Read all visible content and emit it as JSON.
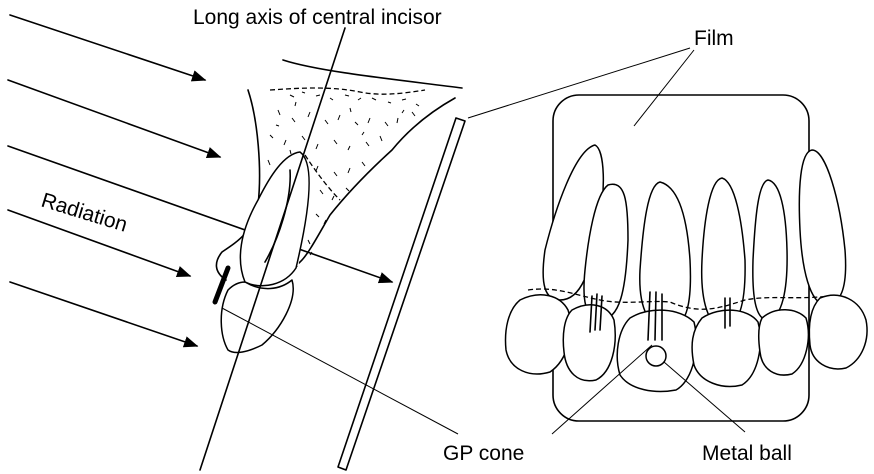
{
  "labels": {
    "long_axis": "Long axis of central incisor",
    "film": "Film",
    "radiation": "Radiation",
    "gp_cone": "GP cone",
    "metal_ball": "Metal ball"
  }
}
